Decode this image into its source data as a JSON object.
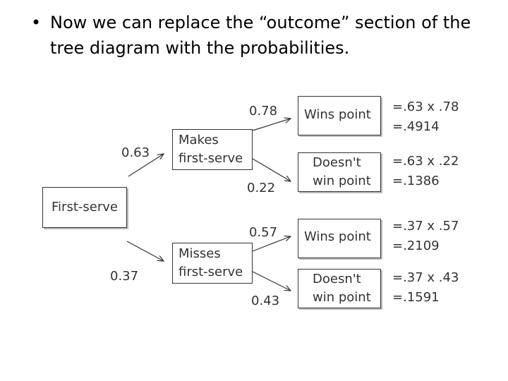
{
  "slide": {
    "bullet": "•",
    "text": "Now we can replace the “outcome” section of the tree diagram with the probabilities."
  },
  "tree": {
    "root": {
      "label": "First-serve"
    },
    "branches": [
      {
        "label_line1": "Makes",
        "label_line2": "first-serve",
        "prob": "0.63",
        "outcomes": [
          {
            "line1": "Wins point",
            "line2": "",
            "prob": "0.78",
            "calc_line1": "=.63 x .78",
            "calc_line2": "=.4914"
          },
          {
            "line1": "Doesn't",
            "line2": "win point",
            "prob": "0.22",
            "calc_line1": "=.63 x .22",
            "calc_line2": "=.1386"
          }
        ]
      },
      {
        "label_line1": "Misses",
        "label_line2": "first-serve",
        "prob": "0.37",
        "outcomes": [
          {
            "line1": "Wins point",
            "line2": "",
            "prob": "0.57",
            "calc_line1": "=.37 x .57",
            "calc_line2": "=.2109"
          },
          {
            "line1": "Doesn't",
            "line2": "win point",
            "prob": "0.43",
            "calc_line1": "=.37 x .43",
            "calc_line2": "=.1591"
          }
        ]
      }
    ]
  }
}
